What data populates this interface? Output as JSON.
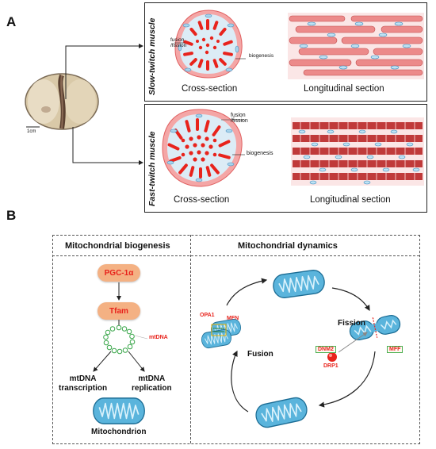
{
  "panel_a": {
    "letter": "A",
    "scale_bar": "1cm",
    "slow": {
      "label": "Slow-twitch muscle",
      "fusion_label": "fusion\n/fission",
      "biogenesis_label": "biogenesis",
      "cross_caption": "Cross-section",
      "long_caption": "Longitudinal section"
    },
    "fast": {
      "label": "Fast-twitch muscle",
      "fusion_label": "fusion\n/fission",
      "biogenesis_label": "biogenesis",
      "cross_caption": "Cross-section",
      "long_caption": "Longitudinal section"
    }
  },
  "panel_b": {
    "letter": "B",
    "biogenesis": {
      "title": "Mitochondrial biogenesis",
      "pgc": "PGC-1α",
      "tfam": "Tfam",
      "mtdna": "mtDNA",
      "transcription": "mtDNA\ntranscription",
      "replication": "mtDNA\nreplication",
      "mitochondrion": "Mitochondrion"
    },
    "dynamics": {
      "title": "Mitochondrial dynamics",
      "opa1": "OPA1",
      "mfn": "MFN",
      "fusion": "Fusion",
      "fission": "Fission",
      "dnm2": "DNM2",
      "mff": "MFF",
      "drp1": "DRP1"
    }
  },
  "colors": {
    "red": "#e8231c",
    "pink": "#f4a6a6",
    "mito_blue": "#5ab4dc",
    "peach": "#f4b183"
  }
}
